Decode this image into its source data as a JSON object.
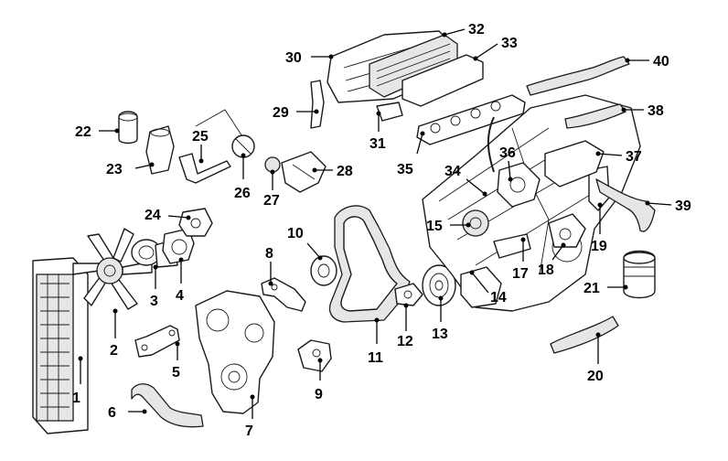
{
  "callouts": [
    {
      "id": "1",
      "label": "1"
    },
    {
      "id": "2",
      "label": "2"
    },
    {
      "id": "3",
      "label": "3"
    },
    {
      "id": "4",
      "label": "4"
    },
    {
      "id": "5",
      "label": "5"
    },
    {
      "id": "6",
      "label": "6"
    },
    {
      "id": "7",
      "label": "7"
    },
    {
      "id": "8",
      "label": "8"
    },
    {
      "id": "9",
      "label": "9"
    },
    {
      "id": "10",
      "label": "10"
    },
    {
      "id": "11",
      "label": "11"
    },
    {
      "id": "12",
      "label": "12"
    },
    {
      "id": "13",
      "label": "13"
    },
    {
      "id": "14",
      "label": "14"
    },
    {
      "id": "15",
      "label": "15"
    },
    {
      "id": "17",
      "label": "17"
    },
    {
      "id": "18",
      "label": "18"
    },
    {
      "id": "19",
      "label": "19"
    },
    {
      "id": "20",
      "label": "20"
    },
    {
      "id": "21",
      "label": "21"
    },
    {
      "id": "22",
      "label": "22"
    },
    {
      "id": "23",
      "label": "23"
    },
    {
      "id": "24",
      "label": "24"
    },
    {
      "id": "25",
      "label": "25"
    },
    {
      "id": "26",
      "label": "26"
    },
    {
      "id": "27",
      "label": "27"
    },
    {
      "id": "28",
      "label": "28"
    },
    {
      "id": "29",
      "label": "29"
    },
    {
      "id": "30",
      "label": "30"
    },
    {
      "id": "31",
      "label": "31"
    },
    {
      "id": "32",
      "label": "32"
    },
    {
      "id": "33",
      "label": "33"
    },
    {
      "id": "34",
      "label": "34"
    },
    {
      "id": "35",
      "label": "35"
    },
    {
      "id": "36",
      "label": "36"
    },
    {
      "id": "37",
      "label": "37"
    },
    {
      "id": "38",
      "label": "38"
    },
    {
      "id": "39",
      "label": "39"
    },
    {
      "id": "40",
      "label": "40"
    }
  ]
}
